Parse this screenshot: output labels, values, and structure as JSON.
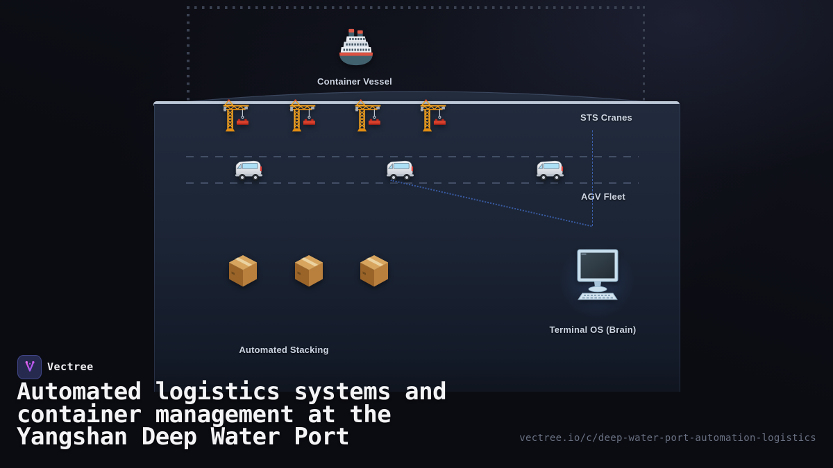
{
  "brand": {
    "name": "Vectree"
  },
  "footer": {
    "title": "Automated logistics systems and\ncontainer management at the\nYangshan Deep Water Port",
    "url": "vectree.io/c/deep-water-port-automation-logistics"
  },
  "diagram": {
    "labels": {
      "vessel": "Container Vessel",
      "sts_cranes": "STS Cranes",
      "agv_fleet": "AGV Fleet",
      "stacking": "Automated Stacking",
      "terminal": "Terminal OS (Brain)"
    },
    "counts": {
      "sts_cranes": 4,
      "agv_vans": 3,
      "stacked_containers": 3
    },
    "icons": [
      "ship-icon",
      "crane-icon",
      "agv-van-icon",
      "package-icon",
      "computer-icon"
    ]
  },
  "colors": {
    "background": "#12141f",
    "panel": "#1e2737",
    "quay_bar": "#aab7c9",
    "dotted_waterline": "#3b4252",
    "lane_dash": "#47536b",
    "accent_link_line": "#4672d2",
    "label_text": "#ccd4e2",
    "title_text": "#f4f4f6",
    "url_text": "#697081",
    "logo_purple": "#b44be0"
  }
}
